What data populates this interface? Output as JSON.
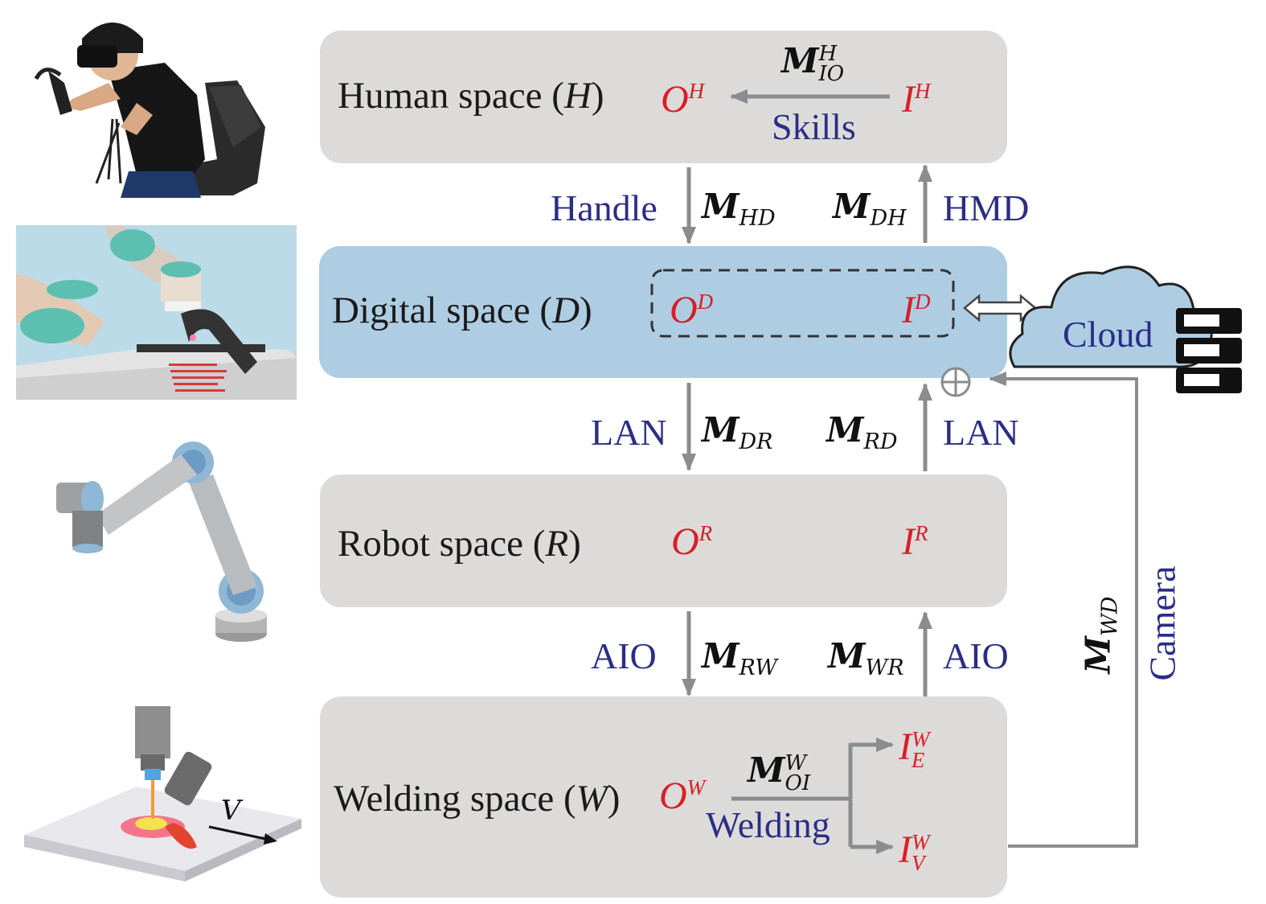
{
  "spaces": {
    "human": {
      "label_pre": "Human space (",
      "symbol": "H",
      "label_post": ")"
    },
    "digital": {
      "label_pre": "Digital space (",
      "symbol": "D",
      "label_post": ")"
    },
    "robot": {
      "label_pre": "Robot space (",
      "symbol": "R",
      "label_post": ")"
    },
    "welding": {
      "label_pre": "Welding space (",
      "symbol": "W",
      "label_post": ")"
    }
  },
  "vars": {
    "O_H": {
      "base": "O",
      "sup": "H"
    },
    "I_H": {
      "base": "I",
      "sup": "H"
    },
    "O_D": {
      "base": "O",
      "sup": "D"
    },
    "I_D": {
      "base": "I",
      "sup": "D"
    },
    "O_R": {
      "base": "O",
      "sup": "R"
    },
    "I_R": {
      "base": "I",
      "sup": "R"
    },
    "O_W": {
      "base": "O",
      "sup": "W"
    },
    "I_E_W": {
      "base": "I",
      "sup": "W",
      "sub": "E"
    },
    "I_V_W": {
      "base": "I",
      "sup": "W",
      "sub": "V"
    }
  },
  "mappings": {
    "M_IO_H": {
      "base": "M",
      "sup": "H",
      "sub": "IO"
    },
    "M_HD": {
      "base": "M",
      "sub": "HD"
    },
    "M_DH": {
      "base": "M",
      "sub": "DH"
    },
    "M_DR": {
      "base": "M",
      "sub": "DR"
    },
    "M_RD": {
      "base": "M",
      "sub": "RD"
    },
    "M_RW": {
      "base": "M",
      "sub": "RW"
    },
    "M_WR": {
      "base": "M",
      "sub": "WR"
    },
    "M_OI_W": {
      "base": "M",
      "sup": "W",
      "sub": "OI"
    },
    "M_WD": {
      "base": "M",
      "sub": "WD"
    }
  },
  "interfaces": {
    "skills": "Skills",
    "handle": "Handle",
    "hmd": "HMD",
    "lan_down": "LAN",
    "lan_up": "LAN",
    "aio_down": "AIO",
    "aio_up": "AIO",
    "welding": "Welding",
    "camera": "Camera",
    "cloud": "Cloud"
  },
  "pictures": {
    "welding_velocity": "V",
    "sum_symbol": "⊕"
  },
  "colors": {
    "gray_box": "#dcdbd9",
    "blue_box": "#aecde3",
    "red_var": "#d81f26",
    "interface_blue": "#2a2e85",
    "arrow_gray": "#8a8c8f"
  }
}
